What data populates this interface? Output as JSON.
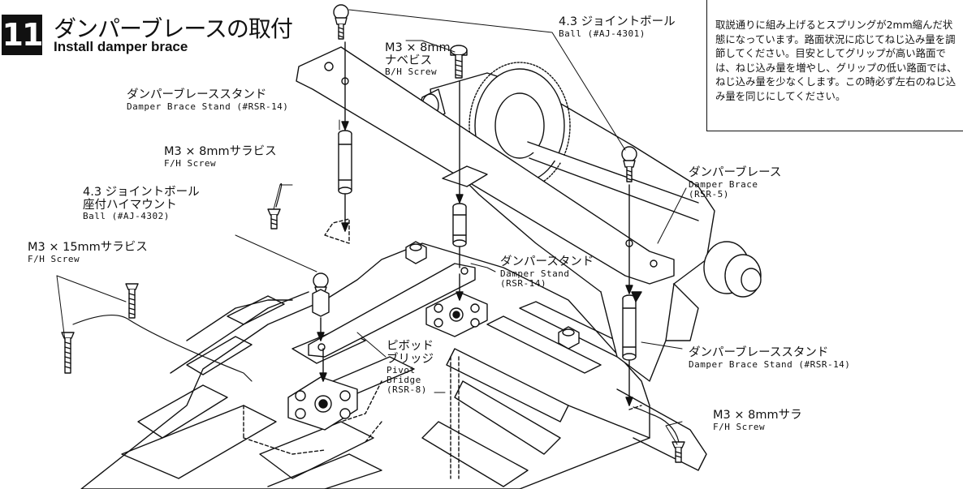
{
  "header": {
    "step_number": "11",
    "title_jp": "ダンパーブレースの取付",
    "title_en": "Install damper brace"
  },
  "note": {
    "text": "取説通りに組み上げるとスプリングが2mm縮んだ状態になっています。路面状況に応じてねじ込み量を調節してください。目安としてグリップが高い路面では、ねじ込み量を増やし、グリップの低い路面では、ねじ込み量を少なくします。この時必ず左右のねじ込み量を同じにしてください。"
  },
  "labels": {
    "joint_ball_top": {
      "jp": "4.3 ジョイントボール",
      "en": "Ball (#AJ-4301)"
    },
    "nabe_screw": {
      "jp1": "M3 × 8mm",
      "jp2": "ナベビス",
      "en": "B/H Screw"
    },
    "brace_stand_top": {
      "jp": "ダンパーブレーススタンド",
      "en": "Damper Brace Stand (#RSR-14)"
    },
    "sara_screw_top": {
      "jp": "M3 × 8mmサラビス",
      "en": "F/H Screw"
    },
    "joint_ball_mount": {
      "jp1": "4.3 ジョイントボール",
      "jp2": "座付ハイマウント",
      "en": "Ball (#AJ-4302)"
    },
    "sara_screw_15": {
      "jp": "M3 × 15mmサラビス",
      "en": "F/H Screw"
    },
    "damper_brace": {
      "jp": "ダンパーブレース",
      "en": "Damper Brace",
      "code": "(RSR-5)"
    },
    "damper_stand": {
      "jp": "ダンパースタンド",
      "en": "Damper Stand",
      "code": "(RSR-14)"
    },
    "pivot_bridge": {
      "jp1": "ピボッド",
      "jp2": "ブリッジ",
      "en1": "Pivot",
      "en2": "Bridge",
      "code": "(RSR-8)"
    },
    "brace_stand_right": {
      "jp": "ダンパーブレーススタンド",
      "en": "Damper Brace Stand (#RSR-14)"
    },
    "sara_screw_right": {
      "jp": "M3 × 8mmサラ",
      "en": "F/H Screw"
    }
  }
}
